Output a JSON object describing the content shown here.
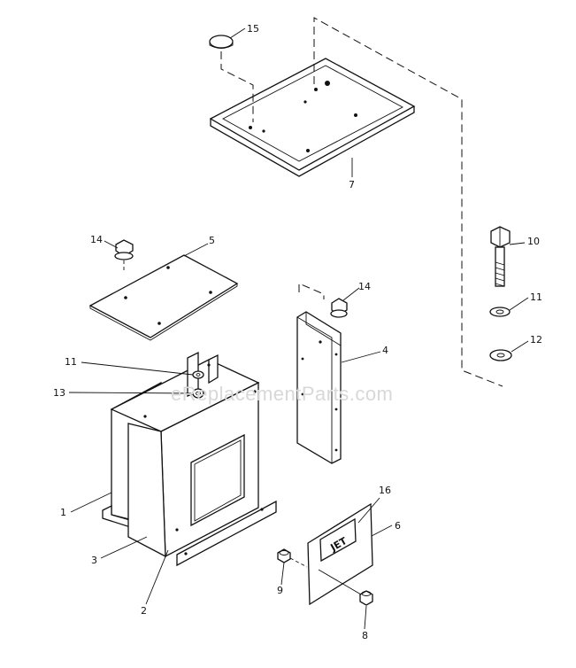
{
  "watermark": "eReplacementParts.com",
  "callouts": {
    "c1": "1",
    "c2": "2",
    "c3": "3",
    "c4": "4",
    "c5": "5",
    "c6": "6",
    "c7": "7",
    "c8": "8",
    "c9": "9",
    "c10": "10",
    "c11a": "11",
    "c11b": "11",
    "c12": "12",
    "c13": "13",
    "c14a": "14",
    "c14b": "14",
    "c15": "15",
    "c16": "16"
  },
  "nameplate_text": "JET"
}
